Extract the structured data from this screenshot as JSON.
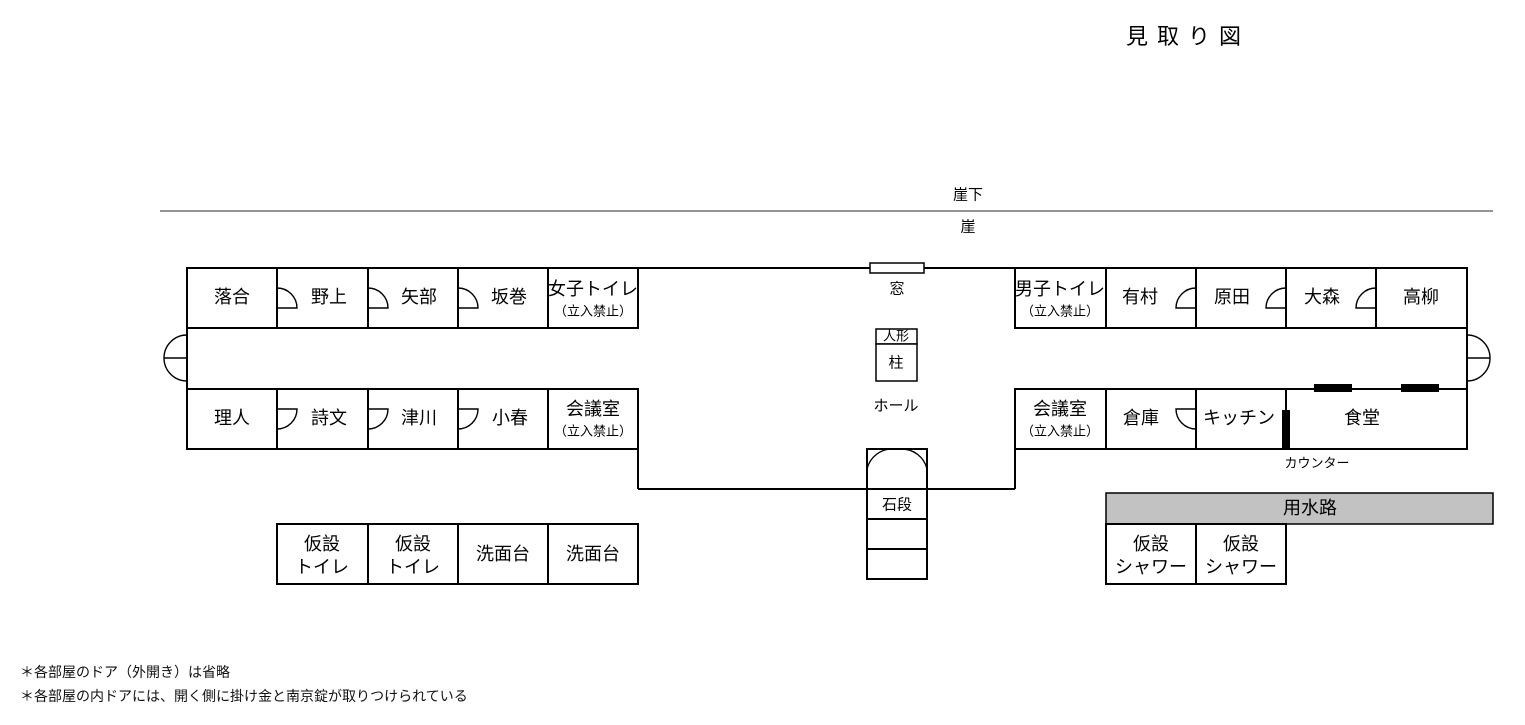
{
  "title": "見取り図",
  "cliff_below": "崖下",
  "cliff": "崖",
  "window": "窓",
  "doll": "人形",
  "pillar": "柱",
  "hall": "ホール",
  "stone_steps": "石段",
  "counter": "カウンター",
  "waterway": "用水路",
  "top_rooms_left": [
    "落合",
    "野上",
    "矢部",
    "坂巻"
  ],
  "womens_toilet": {
    "name": "女子トイレ",
    "note": "（立入禁止）"
  },
  "mens_toilet": {
    "name": "男子トイレ",
    "note": "（立入禁止）"
  },
  "top_rooms_right": [
    "有村",
    "原田",
    "大森",
    "高柳"
  ],
  "bottom_rooms_left": [
    "理人",
    "詩文",
    "津川",
    "小春"
  ],
  "meeting_room_left": {
    "name": "会議室",
    "note": "（立入禁止）"
  },
  "meeting_room_right": {
    "name": "会議室",
    "note": "（立入禁止）"
  },
  "storage": "倉庫",
  "kitchen": "キッチン",
  "dining": "食堂",
  "temp_toilets": [
    {
      "line1": "仮設",
      "line2": "トイレ"
    },
    {
      "line1": "仮設",
      "line2": "トイレ"
    }
  ],
  "washbasins": [
    "洗面台",
    "洗面台"
  ],
  "temp_showers": [
    {
      "line1": "仮設",
      "line2": "シャワー"
    },
    {
      "line1": "仮設",
      "line2": "シャワー"
    }
  ],
  "notes": [
    "＊各部屋のドア（外開き）は省略",
    "＊各部屋の内ドアには、開く側に掛け金と南京錠が取りつけられている"
  ]
}
